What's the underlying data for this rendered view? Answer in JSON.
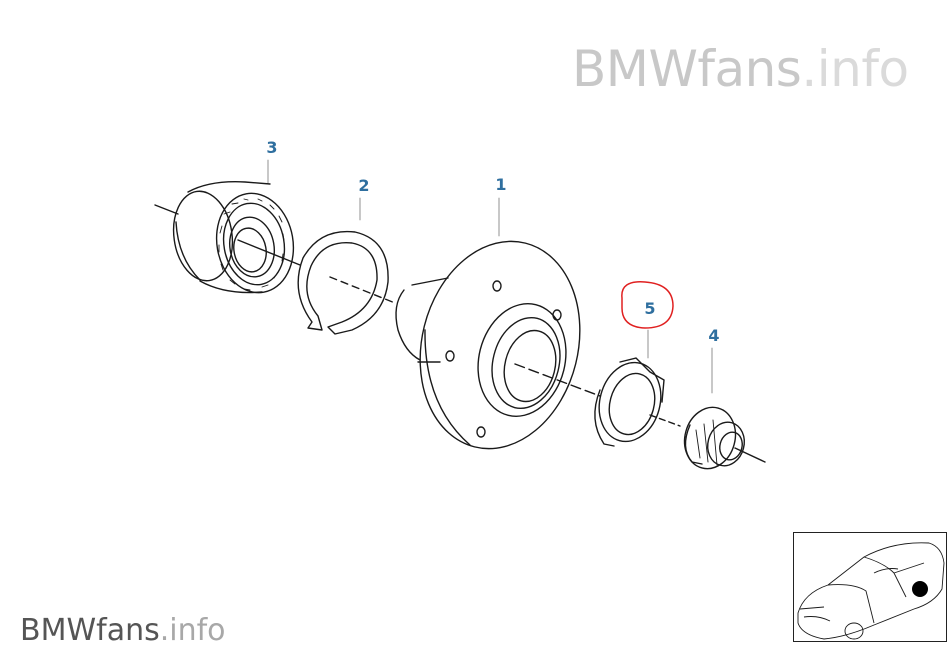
{
  "watermark": {
    "top_main": "BMWfans",
    "top_ext": ".info",
    "bottom_main": "BMWfans",
    "bottom_ext": ".info"
  },
  "callouts": [
    {
      "id": "part-3",
      "label": "3"
    },
    {
      "id": "part-2",
      "label": "2"
    },
    {
      "id": "part-1",
      "label": "1"
    },
    {
      "id": "part-5",
      "label": "5",
      "highlighted": true
    },
    {
      "id": "part-4",
      "label": "4"
    }
  ],
  "colors": {
    "callout": "#2f6f9f",
    "highlight": "#e02020",
    "line": "#1a1a1a"
  },
  "icons": [
    "wheel-bearing-icon",
    "circlip-icon",
    "wheel-hub-icon",
    "spacer-ring-icon",
    "collar-nut-icon",
    "car-thumbnail-icon"
  ]
}
